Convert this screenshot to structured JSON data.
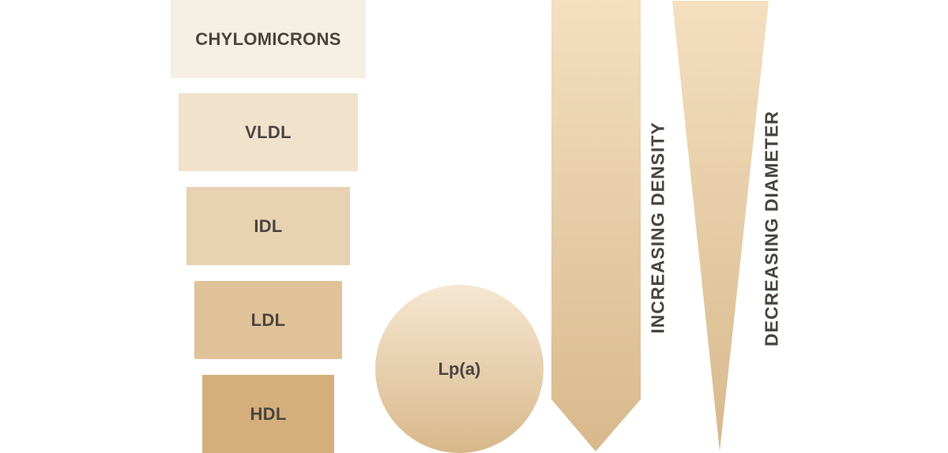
{
  "lipoproteins": [
    {
      "label": "CHYLOMICRONS",
      "color": "#f6efe4"
    },
    {
      "label": "VLDL",
      "color": "#f1e2cc"
    },
    {
      "label": "IDL",
      "color": "#e8d2b1"
    },
    {
      "label": "LDL",
      "color": "#dfc298"
    },
    {
      "label": "HDL",
      "color": "#d4af7b"
    }
  ],
  "lpa": {
    "label": "Lp(a)"
  },
  "arrows": {
    "density_label": "INCREASING DENSITY",
    "diameter_label": "DECREASING DIAMETER"
  },
  "colors": {
    "gradient_light": "#f4dfbf",
    "gradient_dark": "#d8b98c",
    "text": "#4a4440"
  }
}
